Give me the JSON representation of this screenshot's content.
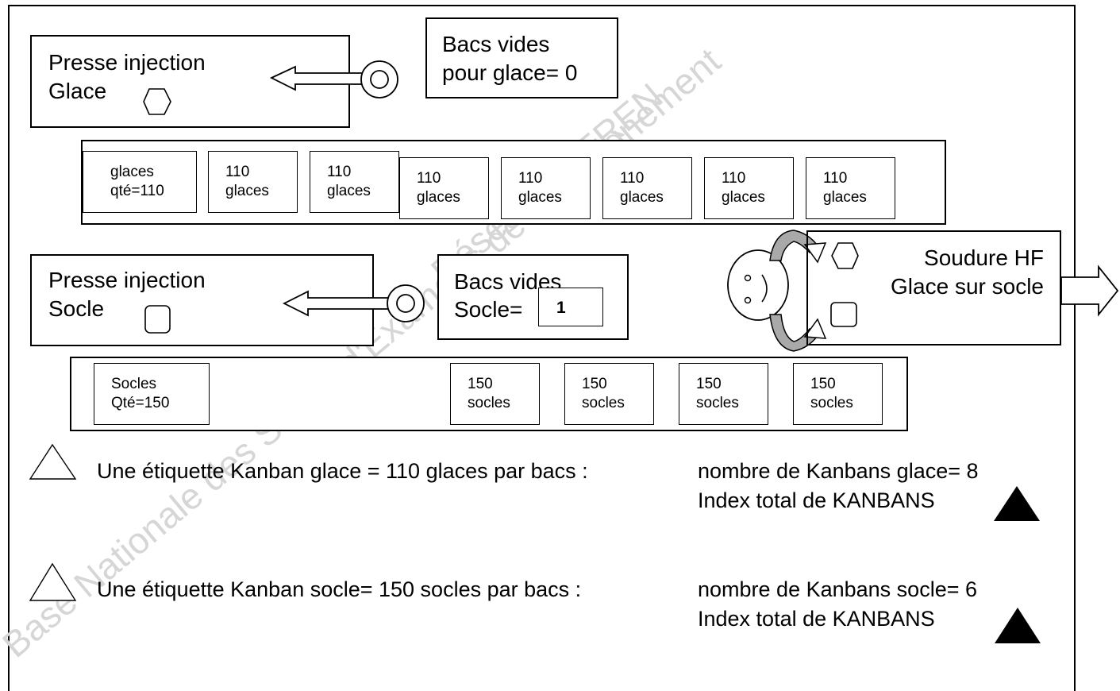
{
  "press_glace": {
    "line1": "Presse injection",
    "line2": " Glace"
  },
  "bacs_glace": {
    "line1": "Bacs vides",
    "line2": "pour glace= 0"
  },
  "glace_row": {
    "first": {
      "line1": "glaces",
      "line2": "qté=110"
    },
    "cards": [
      {
        "line1": "110",
        "line2": "glaces"
      },
      {
        "line1": "110",
        "line2": "glaces"
      },
      {
        "line1": "110",
        "line2": "glaces"
      },
      {
        "line1": "110",
        "line2": "glaces"
      },
      {
        "line1": "110",
        "line2": "glaces"
      },
      {
        "line1": "110",
        "line2": "glaces"
      },
      {
        "line1": "110",
        "line2": "glaces"
      }
    ]
  },
  "press_socle": {
    "line1": "Presse injection",
    "line2": "Socle"
  },
  "bacs_socle": {
    "line1": "Bacs vides",
    "line2": "Socle=",
    "value": "1"
  },
  "soudure": {
    "line1": "Soudure  HF",
    "line2": "Glace sur socle"
  },
  "socle_row": {
    "first": {
      "line1": "Socles",
      "line2": "Qté=150"
    },
    "cards": [
      {
        "line1": "150",
        "line2": "socles"
      },
      {
        "line1": "150",
        "line2": "socles"
      },
      {
        "line1": "150",
        "line2": "socles"
      },
      {
        "line1": "150",
        "line2": "socles"
      }
    ]
  },
  "legend_glace": {
    "text": "Une étiquette Kanban glace = 110 glaces par bacs :",
    "count": "nombre de Kanbans glace= 8",
    "index": "Index total de KANBANS"
  },
  "legend_socle": {
    "text": "Une étiquette Kanban socle= 150 socles par bacs :",
    "count": "nombre de Kanbans socle= 6",
    "index": "Index total de KANBANS"
  },
  "watermark": {
    "line1": "Base Nationale des Sujets d'Examens de l'enseignement",
    "line2": "Réseau SCEREN"
  }
}
